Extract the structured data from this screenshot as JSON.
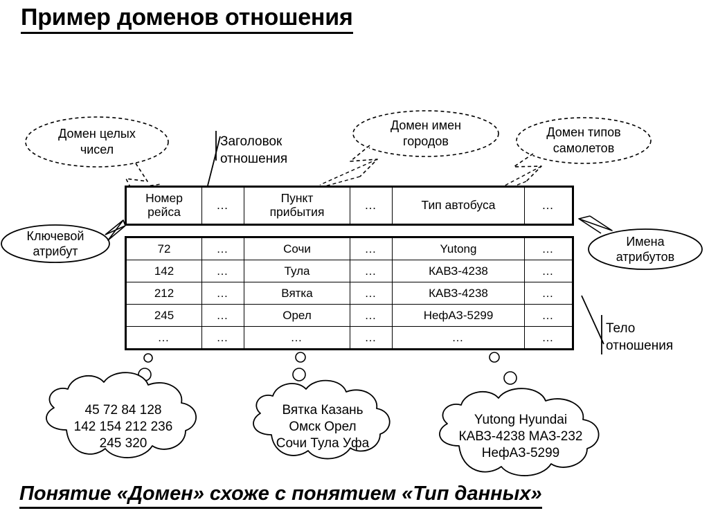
{
  "slide": {
    "title": "Пример доменов отношения",
    "caption": "Понятие «Домен» схоже с понятием «Тип данных»"
  },
  "relation": {
    "header_cells": [
      "Номер рейса",
      "…",
      "Пункт прибытия",
      "…",
      "Тип автобуса",
      "…"
    ],
    "header_lines": {
      "c1_l1": "Номер",
      "c1_l2": "рейса",
      "c2": "…",
      "c3_l1": "Пункт",
      "c3_l2": "прибытия",
      "c4": "…",
      "c5": "Тип автобуса",
      "c6": "…"
    },
    "rows": [
      {
        "flight": "72",
        "dots1": "…",
        "city": "Сочи",
        "dots2": "…",
        "bus": "Yutong",
        "dots3": "…"
      },
      {
        "flight": "142",
        "dots1": "…",
        "city": "Тула",
        "dots2": "…",
        "bus": "КАВЗ-4238",
        "dots3": "…"
      },
      {
        "flight": "212",
        "dots1": "…",
        "city": "Вятка",
        "dots2": "…",
        "bus": "КАВЗ-4238",
        "dots3": "…"
      },
      {
        "flight": "245",
        "dots1": "…",
        "city": "Орел",
        "dots2": "…",
        "bus": "НефАЗ-5299",
        "dots3": "…"
      },
      {
        "flight": "…",
        "dots1": "…",
        "city": "…",
        "dots2": "…",
        "bus": "…",
        "dots3": "…"
      }
    ]
  },
  "callouts": {
    "integer_domain": {
      "line1": "Домен целых",
      "line2": "чисел"
    },
    "city_domain": {
      "line1": "Домен имен",
      "line2": "городов"
    },
    "plane_domain": {
      "line1": "Домен типов",
      "line2": "самолетов"
    },
    "key_attribute": {
      "line1": "Ключевой",
      "line2": "атрибут"
    },
    "attribute_names": {
      "line1": "Имена",
      "line2": "атрибутов"
    }
  },
  "labels": {
    "relation_header": {
      "line1": "Заголовок",
      "line2": "отношения"
    },
    "relation_body": {
      "line1": "Тело",
      "line2": "отношения"
    }
  },
  "clouds": {
    "numbers": {
      "line1": "45 72 84 128",
      "line2": "142 154 212 236",
      "line3": "245 320"
    },
    "cities": {
      "line1": "Вятка Казань",
      "line2": "Омск  Орел",
      "line3": "Сочи Тула Уфа"
    },
    "buses": {
      "line1": "Yutong Hyundai",
      "line2": "КАВЗ-4238 МАЗ-232",
      "line3": "НефАЗ-5299"
    }
  },
  "colors": {
    "ink": "#000000",
    "background": "#ffffff"
  }
}
